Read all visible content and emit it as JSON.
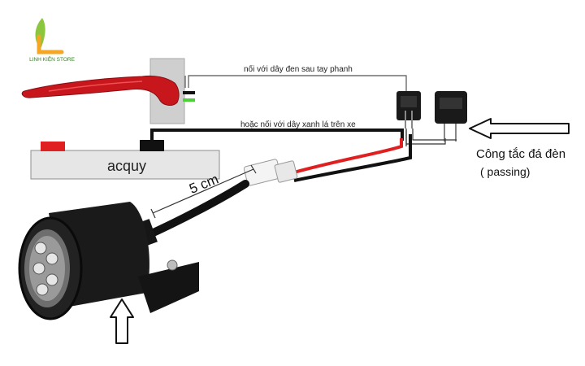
{
  "logo": {
    "brand_text": "LINH KIỆN STORE",
    "colors": {
      "leaf": "#8cc63f",
      "letter": "#f5a623",
      "text": "#3a7d2c"
    }
  },
  "labels": {
    "brake_wire_note": "nối với dây đen sau tay phanh",
    "green_wire_note": "hoặc nối với dây xanh lá trên xe",
    "battery": "acquy",
    "distance": "5 cm",
    "switch_title": "Công tắc đá đèn",
    "switch_subtitle": "( passing)"
  },
  "icons": {
    "left_lever": "brake-lever-icon",
    "lamp": "led-spotlight-icon",
    "switch": "rocker-switch-icon",
    "pointer_up": "hollow-arrow-up-icon",
    "pointer_left": "hollow-arrow-left-icon"
  },
  "colors": {
    "lever_red": "#c8161d",
    "battery_terminal_red": "#e02020",
    "wire_red": "#e02020",
    "wire_black": "#111111",
    "wire_green": "#4cd137",
    "battery_body": "#e6e6e6",
    "lamp_body": "#1a1a1a"
  }
}
